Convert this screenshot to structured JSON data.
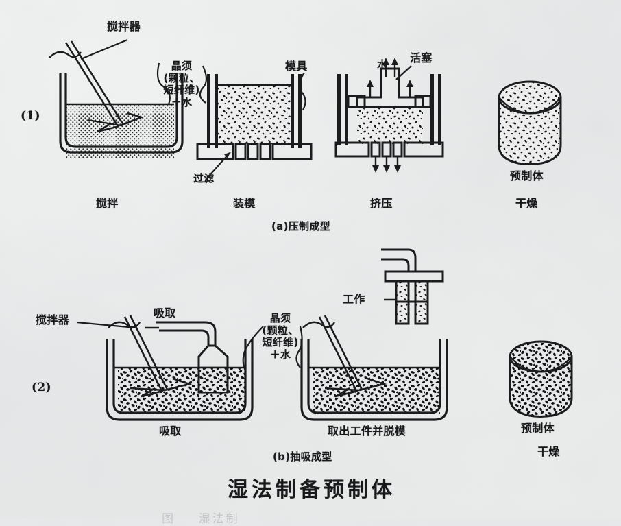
{
  "figure": {
    "title": "湿法制备预制体",
    "faint_cut_text": "图    湿法制",
    "background_color": "#e9eaeb",
    "ink_color": "#1b1c1d"
  },
  "rows": [
    {
      "number": "(1)",
      "caption": "(a)压制成型",
      "steps": [
        {
          "name": "stir",
          "label": "搅拌"
        },
        {
          "name": "mold",
          "label": "装模"
        },
        {
          "name": "press",
          "label": "挤压"
        },
        {
          "name": "dry",
          "label": "干燥"
        }
      ],
      "annotations": [
        {
          "name": "stirrer",
          "text": "搅拌器"
        },
        {
          "name": "slurry",
          "text": "晶须\n(颗粒、\n短纤维)\n＋水"
        },
        {
          "name": "die",
          "text": "模具"
        },
        {
          "name": "filter",
          "text": "过滤"
        },
        {
          "name": "water",
          "text": "水"
        },
        {
          "name": "piston",
          "text": "活塞"
        },
        {
          "name": "preform",
          "text": "预制体"
        }
      ]
    },
    {
      "number": "(2)",
      "caption": "(b)抽吸成型",
      "steps": [
        {
          "name": "suction",
          "label": "吸取"
        },
        {
          "name": "demold",
          "label": "取出工件并脱模"
        },
        {
          "name": "dry",
          "label": "干燥"
        }
      ],
      "annotations": [
        {
          "name": "stirrer",
          "text": "搅拌器"
        },
        {
          "name": "suction",
          "text": "吸取"
        },
        {
          "name": "slurry",
          "text": "晶须\n(颗粒、\n短纤维)\n＋水"
        },
        {
          "name": "workpiece",
          "text": "工作"
        },
        {
          "name": "preform",
          "text": "预制体"
        }
      ]
    }
  ]
}
